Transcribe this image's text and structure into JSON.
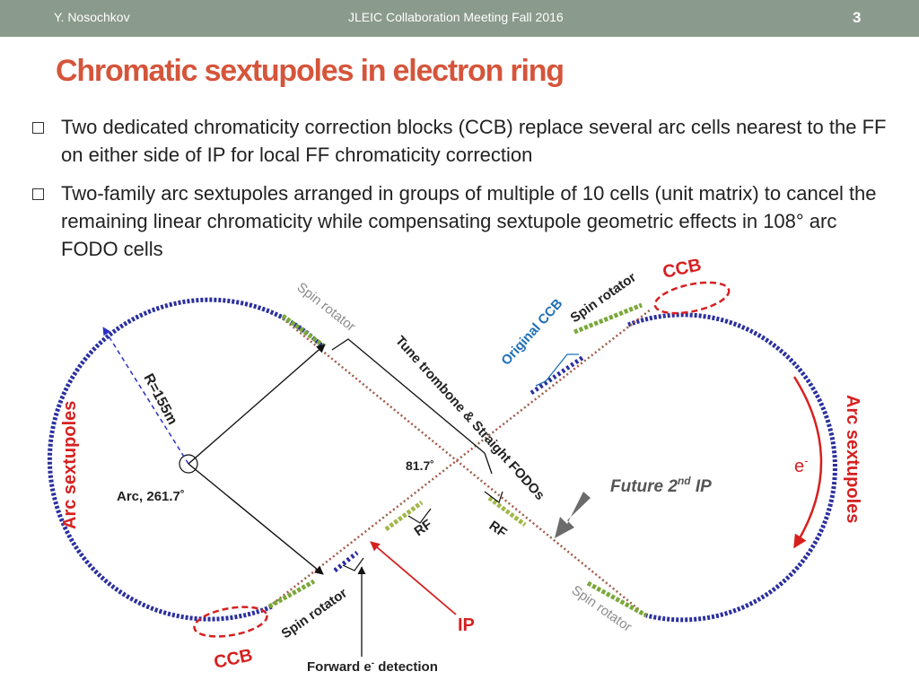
{
  "header": {
    "author": "Y. Nosochkov",
    "conference": "JLEIC Collaboration Meeting Fall 2016",
    "page_number": "3"
  },
  "title": "Chromatic sextupoles in electron ring",
  "bullets": [
    "Two dedicated chromaticity correction blocks (CCB) replace several arc cells nearest to the FF on either side of IP for local FF chromaticity correction",
    "Two-family arc sextupoles arranged in groups of multiple of 10 cells (unit matrix) to cancel the remaining linear chromaticity while compensating sextupole geometric effects in 108° arc FODO cells"
  ],
  "diagram": {
    "labels": {
      "ccb_top": "CCB",
      "ccb_bottom": "CCB",
      "spin_rotator_top_left": "Spin rotator",
      "spin_rotator_top_right": "Spin rotator",
      "spin_rotator_bottom_left": "Spin rotator",
      "spin_rotator_bottom_right": "Spin rotator",
      "original_ccb": "Original CCB",
      "tune_trombone": "Tune trombone & Straight FODOs",
      "radius": "R=155m",
      "arc_sextupoles_left": "Arc sextupoles",
      "arc_sextupoles_right": "Arc sextupoles",
      "crossing_angle": "81.7˚",
      "arc_angle": "Arc, 261.7˚",
      "rf_left": "RF",
      "rf_right": "RF",
      "future_ip_prefix": "Future 2",
      "future_ip_sup": "nd",
      "future_ip_suffix": " IP",
      "electron": "e",
      "electron_sup": "-",
      "ip": "IP",
      "forward_prefix": "Forward e",
      "forward_sup": "-",
      "forward_suffix": " detection"
    },
    "colors": {
      "ring_blue": "#2a2f9e",
      "highlight_red": "#d62020",
      "original_ccb_blue": "#1d6fb8",
      "spin_gray": "#8c8c8c",
      "future_arrow_gray": "#6b6b6b"
    }
  }
}
